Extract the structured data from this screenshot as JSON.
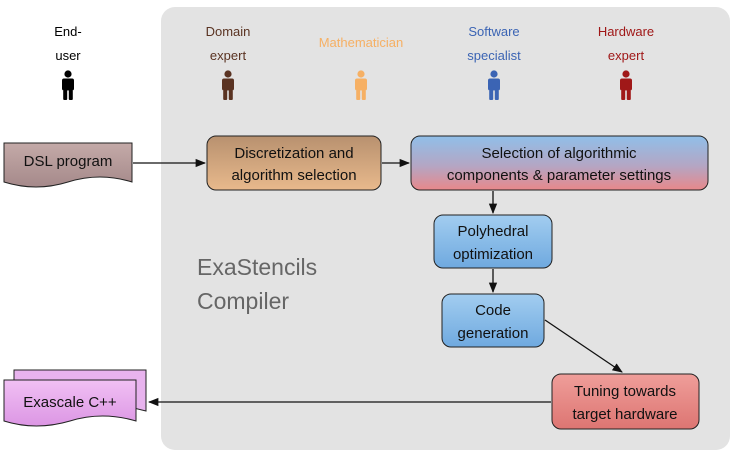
{
  "roles": [
    {
      "id": "end-user",
      "lines": [
        "End-",
        "user"
      ],
      "color": "#000000"
    },
    {
      "id": "domain-expert",
      "lines": [
        "Domain",
        "expert"
      ],
      "color": "#5a3322"
    },
    {
      "id": "mathematician",
      "lines": [
        "Mathematician"
      ],
      "color": "#f6b064"
    },
    {
      "id": "software-specialist",
      "lines": [
        "Software",
        "specialist"
      ],
      "color": "#3b64b4"
    },
    {
      "id": "hardware-expert",
      "lines": [
        "Hardware",
        "expert"
      ],
      "color": "#a01818"
    }
  ],
  "compiler": {
    "lines": [
      "ExaStencils",
      "Compiler"
    ]
  },
  "input": {
    "label": "DSL program"
  },
  "output": {
    "label": "Exascale C++"
  },
  "steps": {
    "discretization": {
      "lines": [
        "Discretization and",
        "algorithm selection"
      ]
    },
    "selection": {
      "lines": [
        "Selection of algorithmic",
        "components & parameter settings"
      ]
    },
    "polyhedral": {
      "lines": [
        "Polyhedral",
        "optimization"
      ]
    },
    "codegen": {
      "lines": [
        "Code",
        "generation"
      ]
    },
    "tuning": {
      "lines": [
        "Tuning towards",
        "target hardware"
      ]
    }
  },
  "colors": {
    "background_panel": "#e3e3e3",
    "input_doc": "#b09593",
    "output_doc": "#e5a9ec",
    "step_brown_top": "#c49a76",
    "step_brown_bottom": "#e4b488",
    "step_blue": "#8ec1ea",
    "step_red": "#e68b87"
  }
}
